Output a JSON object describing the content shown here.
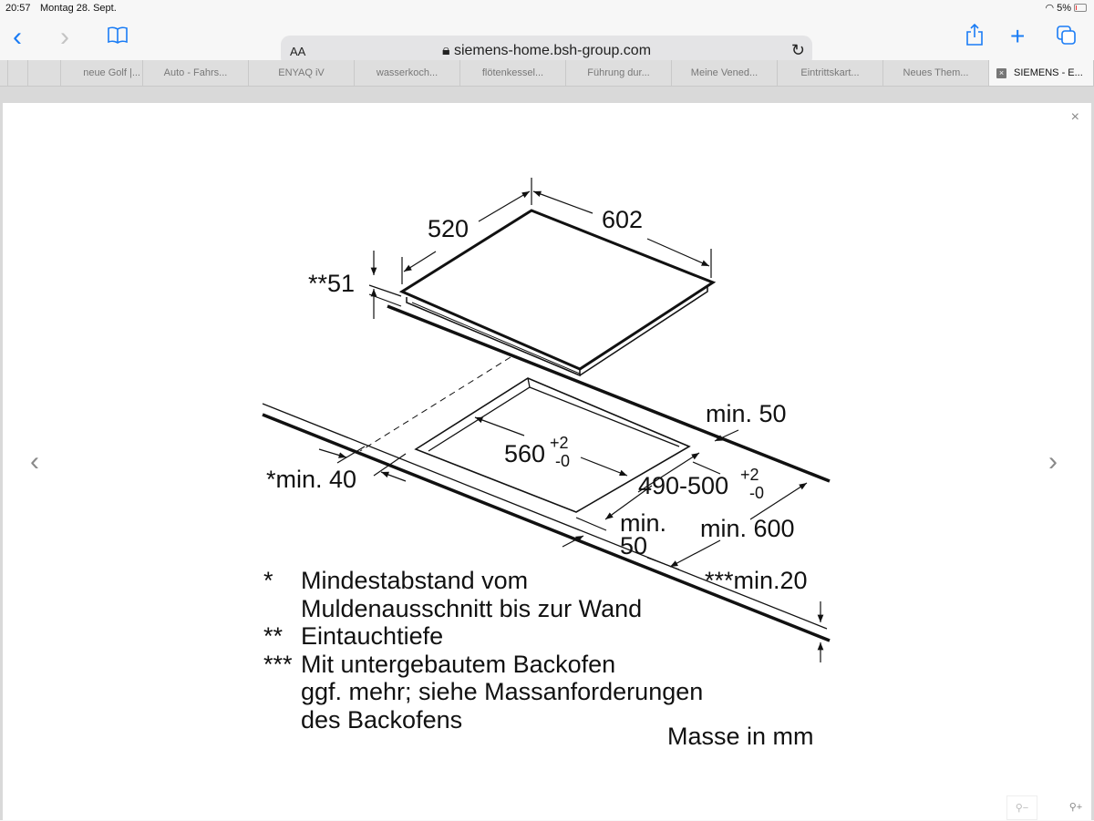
{
  "status": {
    "time": "20:57",
    "date": "Montag 28. Sept.",
    "battery": "5%"
  },
  "toolbar": {
    "back": "‹",
    "forward": "›",
    "text_size": "AA",
    "url": "siemens-home.bsh-group.com"
  },
  "tabs": [
    {
      "label": ""
    },
    {
      "label": ""
    },
    {
      "label": "neue Golf |..."
    },
    {
      "label": "Auto - Fahrs..."
    },
    {
      "label": "ENYAQ iV"
    },
    {
      "label": "wasserkoch..."
    },
    {
      "label": "flötenkessel..."
    },
    {
      "label": "Führung dur..."
    },
    {
      "label": "Meine Vened..."
    },
    {
      "label": "Eintrittskart..."
    },
    {
      "label": "Neues Them..."
    },
    {
      "label": "SIEMENS - E..."
    }
  ],
  "diagram": {
    "dim_depth": "520",
    "dim_width": "602",
    "dim_height": "**51",
    "cut_width": "560",
    "cut_width_tol_plus": "+2",
    "cut_width_tol_minus": "-0",
    "cut_depth": "490-500",
    "cut_depth_tol_plus": "+2",
    "cut_depth_tol_minus": "-0",
    "min_back": "min. 50",
    "min_wall": "*min. 40",
    "min_front_1": "min.",
    "min_front_2": "50",
    "min_counter": "min. 600",
    "min_thick": "***min.20",
    "notes": [
      {
        "mark": "*",
        "text": "Mindestabstand vom"
      },
      {
        "mark": "",
        "text": "Muldenausschnitt bis zur Wand"
      },
      {
        "mark": "**",
        "text": "Eintauchtiefe"
      },
      {
        "mark": "***",
        "text": "Mit untergebautem Backofen"
      },
      {
        "mark": "",
        "text": "ggf. mehr; siehe Massanforderungen"
      },
      {
        "mark": "",
        "text": "des Backofens"
      }
    ],
    "units": "Masse in mm"
  },
  "lightbox": {
    "close": "×",
    "prev": "‹",
    "next": "›"
  }
}
